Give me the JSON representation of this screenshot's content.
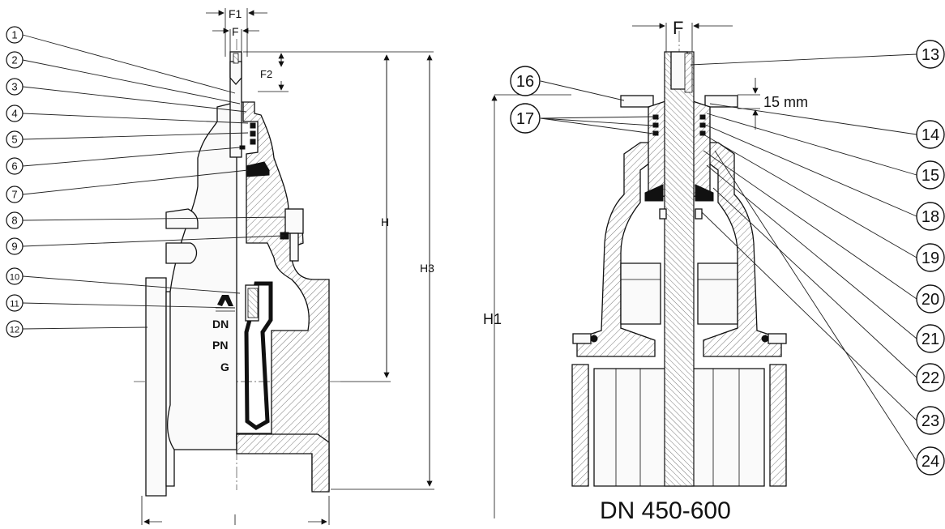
{
  "left_view": {
    "callouts": [
      {
        "id": "c1",
        "label": "1"
      },
      {
        "id": "c2",
        "label": "2"
      },
      {
        "id": "c3",
        "label": "3"
      },
      {
        "id": "c4",
        "label": "4"
      },
      {
        "id": "c5",
        "label": "5"
      },
      {
        "id": "c6",
        "label": "6"
      },
      {
        "id": "c7",
        "label": "7"
      },
      {
        "id": "c8",
        "label": "8"
      },
      {
        "id": "c9",
        "label": "9"
      },
      {
        "id": "c10",
        "label": "10"
      },
      {
        "id": "c11",
        "label": "11"
      },
      {
        "id": "c12",
        "label": "12"
      }
    ],
    "dimensions": {
      "f1": "F1",
      "f": "F",
      "f2": "F2",
      "h": "H",
      "h3": "H3"
    },
    "body_markings": {
      "dn": "DN",
      "pn": "PN",
      "g": "G"
    }
  },
  "right_view": {
    "callouts_left": [
      {
        "id": "c16",
        "label": "16"
      },
      {
        "id": "c17",
        "label": "17"
      }
    ],
    "callouts_right": [
      {
        "id": "c13",
        "label": "13"
      },
      {
        "id": "c14",
        "label": "14"
      },
      {
        "id": "c15",
        "label": "15"
      },
      {
        "id": "c18",
        "label": "18"
      },
      {
        "id": "c19",
        "label": "19"
      },
      {
        "id": "c20",
        "label": "20"
      },
      {
        "id": "c21",
        "label": "21"
      },
      {
        "id": "c22",
        "label": "22"
      },
      {
        "id": "c23",
        "label": "23"
      },
      {
        "id": "c24",
        "label": "24"
      }
    ],
    "dimensions": {
      "f": "F",
      "h1": "H1",
      "gap": "15 mm"
    },
    "caption": "DN 450-600"
  }
}
